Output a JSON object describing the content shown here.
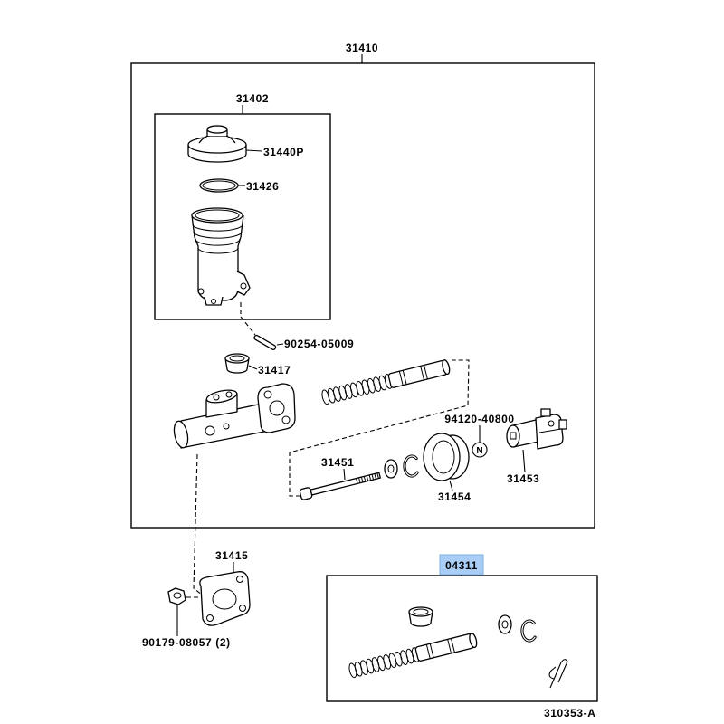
{
  "callouts": {
    "assembly": "31410",
    "reservoir_sub_assy": "31402",
    "reservoir_cap": "31440P",
    "reservoir_oring": "31426",
    "pin": "90254-05009",
    "grommet": "31417",
    "nut_ref": "94120-40800",
    "nut_mark": "N",
    "push_rod": "31451",
    "clevis": "31453",
    "boot": "31454",
    "gasket": "31415",
    "repair_kit": "04311",
    "nut": "90179-08057 (2)"
  },
  "figure_id": "310353-A",
  "colors": {
    "highlight": "#a9cdf5"
  }
}
